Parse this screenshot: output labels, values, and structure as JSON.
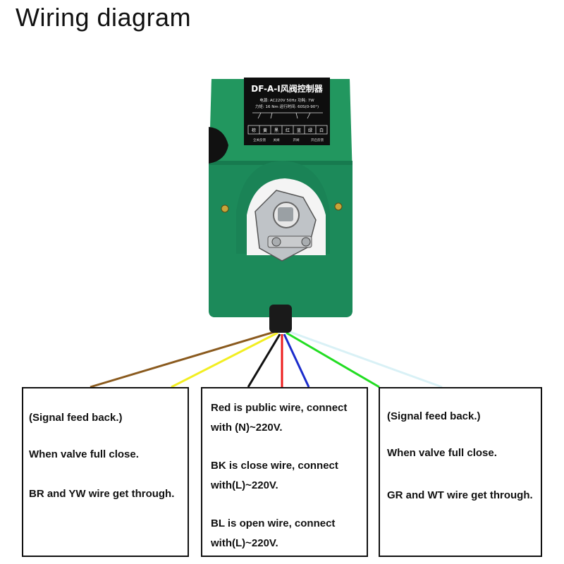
{
  "title": "Wiring diagram",
  "device": {
    "model_label": "DF-A-I风阀控制器",
    "spec_line1": "电源: AC220V 50Hz 功耗: 7W",
    "spec_line2": "力矩: 16 Nm 运行时间: 60S(0-90°)",
    "terminals": [
      "棕",
      "黄",
      "黑",
      "红",
      "蓝",
      "绿",
      "白"
    ],
    "footer_labels": [
      "全关反馈",
      "关阀",
      "开阀",
      "开启反馈"
    ]
  },
  "wires": [
    {
      "name": "brown",
      "color": "#8a5a1e"
    },
    {
      "name": "yellow",
      "color": "#f2ee22"
    },
    {
      "name": "black",
      "color": "#111111"
    },
    {
      "name": "red",
      "color": "#ee1c1c"
    },
    {
      "name": "blue",
      "color": "#1b2ccc"
    },
    {
      "name": "green",
      "color": "#22dd22"
    },
    {
      "name": "white",
      "color": "#d9f1f6"
    }
  ],
  "boxes": {
    "left": {
      "line1": "(Signal feed back.)",
      "line2": "When valve full close.",
      "line3": "BR and YW wire get through."
    },
    "center": {
      "line1": "Red is public wire, connect",
      "line2": "with (N)~220V.",
      "line3": "BK is close wire, connect",
      "line4": "with(L)~220V.",
      "line5": "BL is open wire, connect",
      "line6": "with(L)~220V."
    },
    "right": {
      "line1": "(Signal feed back.)",
      "line2": "When valve full close.",
      "line3": "GR and WT wire get through."
    }
  }
}
